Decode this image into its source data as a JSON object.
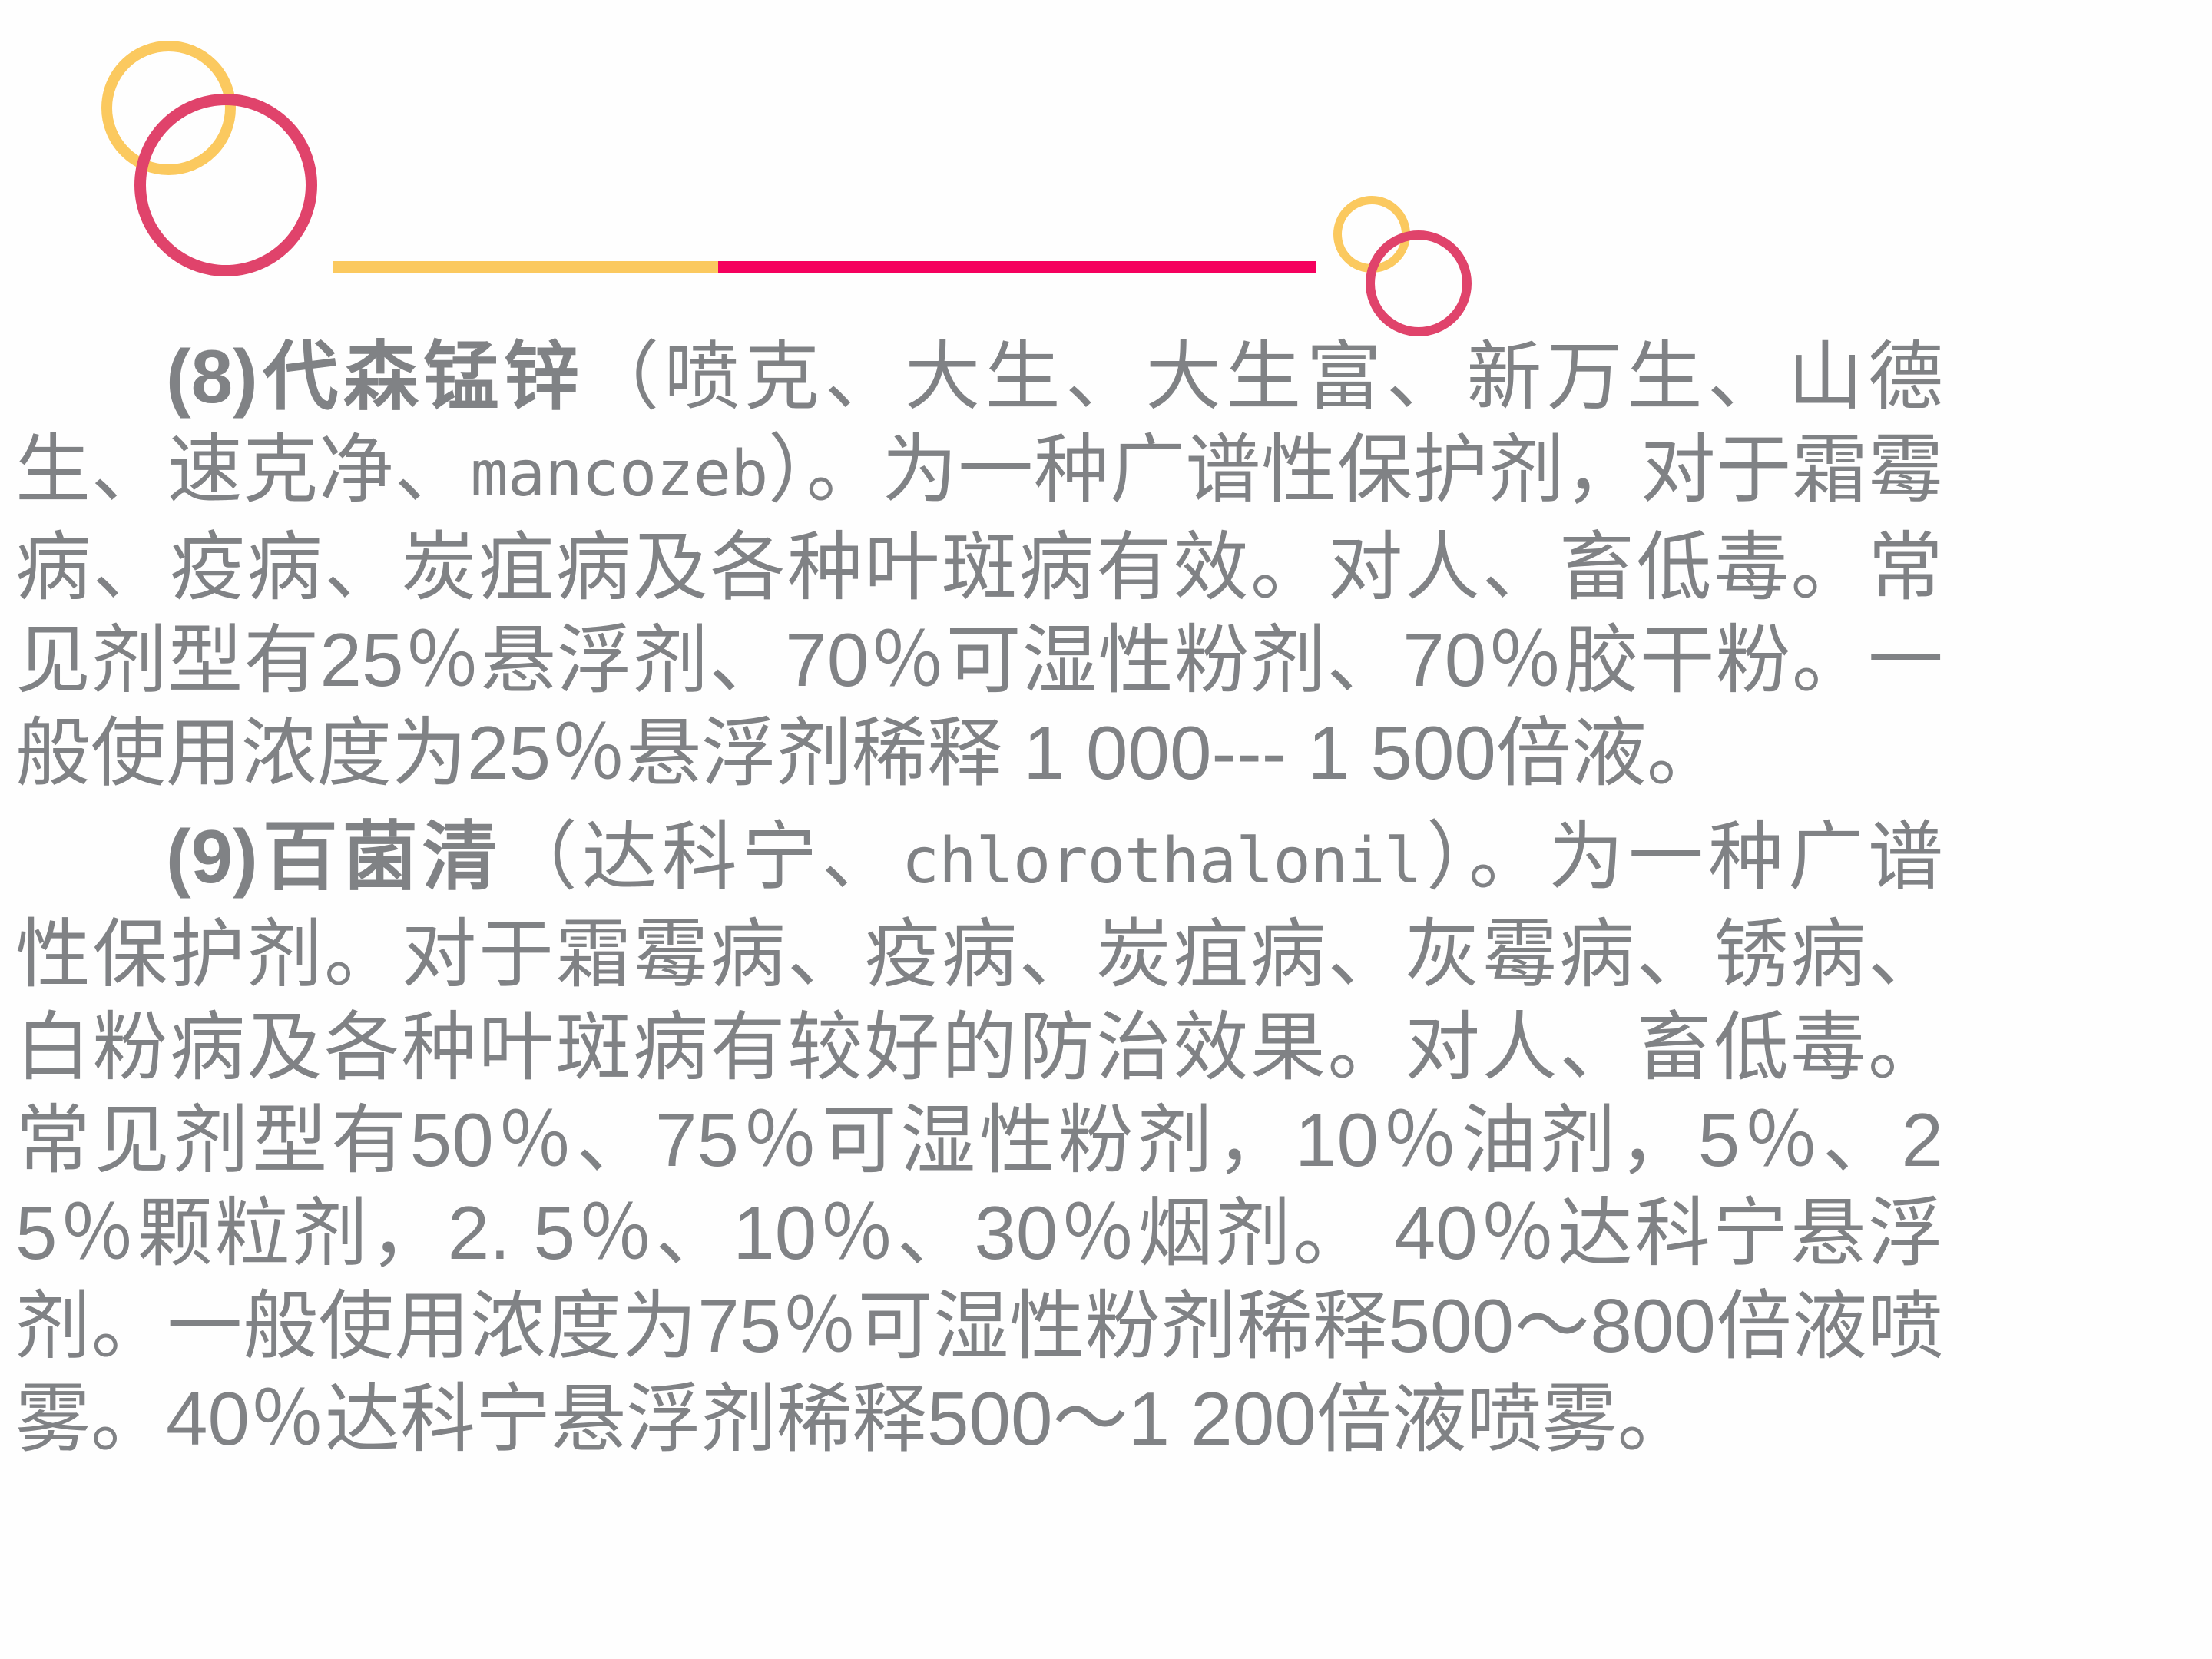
{
  "slide": {
    "background_color": "#fefefe",
    "text_color": "#808285",
    "accent_yellow": "#fbc95f",
    "accent_pink": "#e0436b",
    "accent_magenta": "#f5005e"
  },
  "ornament": {
    "rings": [
      {
        "name": "ring-yellow-large",
        "color": "#fbc95f"
      },
      {
        "name": "ring-pink-large",
        "color": "#e0436b"
      },
      {
        "name": "ring-yellow-small",
        "color": "#fbc95f"
      },
      {
        "name": "ring-pink-small",
        "color": "#e0436b"
      }
    ],
    "rule_segments": [
      {
        "name": "rule-yellow",
        "color": "#fbc95f"
      },
      {
        "name": "rule-pink",
        "color": "#f5005e"
      }
    ]
  },
  "body": {
    "paragraphs": [
      {
        "number": "(8)",
        "heading": "代森锰锌",
        "lead": "(8)代森锰锌",
        "latin_name": "mancozeb",
        "rest_before_latin": "（喷克、大生、大生富、新万生、山德生、速克净、",
        "rest_after_latin": "）。为一种广谱性保护剂，对于霜霉病、疫病、炭疽病及各种叶斑病有效。对人、畜低毒。常见剂型有25％悬浮剂、70％可湿性粉剂、70％胶干粉。一般使用浓度为25％悬浮剂稀释 1 000--- 1 500倍液。",
        "full_text": "(8)代森锰锌（喷克、大生、大生富、新万生、山德生、速克净、mancozeb）。为一种广谱性保护剂，对于霜霉病、疫病、炭疽病及各种叶斑病有效。对人、畜低毒。常见剂型有25％悬浮剂、70％可湿性粉剂、70％胶干粉。一般使用浓度为25％悬浮剂稀释 1 000--- 1 500倍液。"
      },
      {
        "number": "(9)",
        "heading": "百菌清",
        "lead": "(9)百菌清",
        "latin_name": "chlorothalonil",
        "rest_before_latin": "（达科宁、",
        "rest_after_latin": "）。为一种广谱性保护剂。对于霜霉病、疫病、炭疽病、灰霉病、锈病、白粉病及各种叶斑病有较好的防治效果。对人、畜低毒。常见剂型有50％、75％可湿性粉剂，10％油剂，5％、25％颗粒剂，2. 5％、10％、30％烟剂。 40％达科宁悬浮剂。一般使用浓度为75％可湿性粉剂稀释500～800倍液喷雾。40％达科宁悬浮剂稀释500～1 200倍液喷雾。",
        "full_text": "(9)百菌清（达科宁、chlorothalonil）。为一种广谱性保护剂。对于霜霉病、疫病、炭疽病、灰霉病、锈病、白粉病及各种叶斑病有较好的防治效果。对人、畜低毒。常见剂型有50％、75％可湿性粉剂，10％油剂，5％、25％颗粒剂，2. 5％、10％、30％烟剂。 40％达科宁悬浮剂。一般使用浓度为75％可湿性粉剂稀释500～800倍液喷雾。40％达科宁悬浮剂稀释500～1 200倍液喷雾。"
      }
    ]
  }
}
